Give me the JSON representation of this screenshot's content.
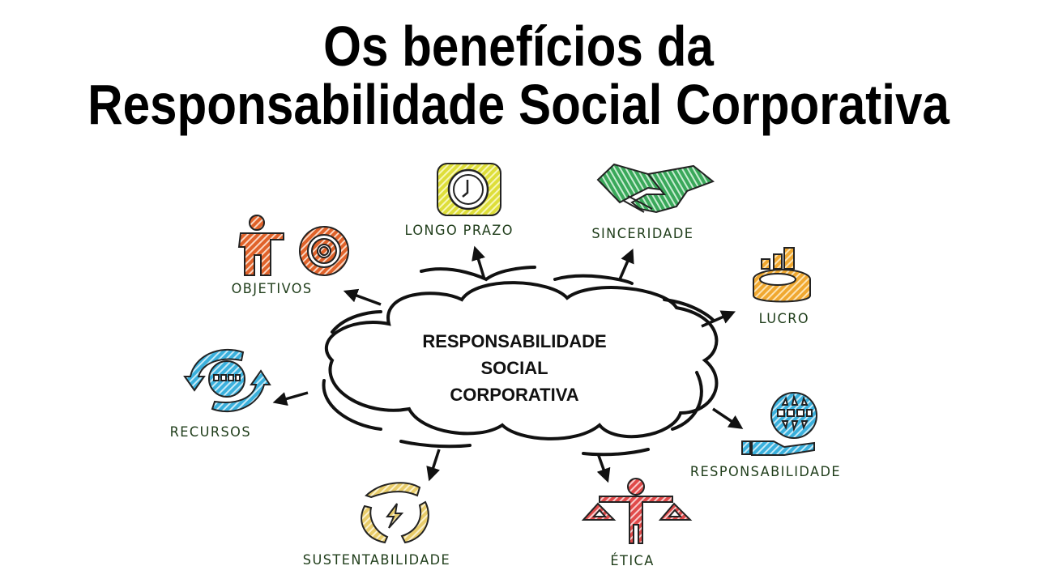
{
  "title": {
    "line1": "Os benefícios da",
    "line2": "Responsabilidade Social Corporativa"
  },
  "center": {
    "line1": "RESPONSABILIDADE",
    "line2": "SOCIAL",
    "line3": "CORPORATIVA"
  },
  "nodes": [
    {
      "label": "OBJETIVOS",
      "icon": "person-target-icon",
      "color": "#e0622a"
    },
    {
      "label": "LONGO PRAZO",
      "icon": "clock-icon",
      "color": "#dede3a"
    },
    {
      "label": "SINCERIDADE",
      "icon": "handshake-icon",
      "color": "#3aa85a"
    },
    {
      "label": "LUCRO",
      "icon": "pie-chart-icon",
      "color": "#f0a830"
    },
    {
      "label": "RESPONSABILIDADE",
      "icon": "globe-hand-icon",
      "color": "#3ab0dc"
    },
    {
      "label": "ÉTICA",
      "icon": "scales-person-icon",
      "color": "#e04a4a"
    },
    {
      "label": "SUSTENTABILIDADE",
      "icon": "recycle-leaves-icon",
      "color": "#e8cc6a"
    },
    {
      "label": "RECURSOS",
      "icon": "globe-cycle-icon",
      "color": "#3a9ad8"
    }
  ],
  "colors": {
    "label_text": "#1f3d1a",
    "outline": "#111111"
  }
}
